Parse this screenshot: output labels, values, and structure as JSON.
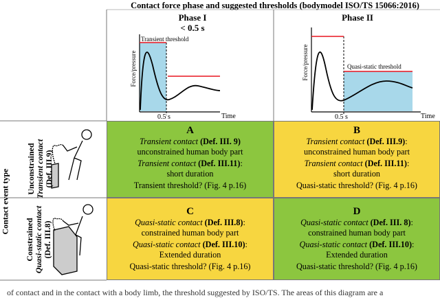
{
  "title": "Contact force phase and suggested thresholds (bodymodel ISO/TS 15066:2016)",
  "phases": {
    "phase1": {
      "label": "Phase I",
      "sublabel": "< 0.5 s"
    },
    "phase2": {
      "label": "Phase II",
      "sublabel": ""
    }
  },
  "graph1": {
    "ylabel": "Force/pressure",
    "xlabel": "Time",
    "tick": "0.5 s",
    "threshold_label": "Transient threshold"
  },
  "graph2": {
    "ylabel": "Force/pressure",
    "xlabel": "Time",
    "tick": "0.5 s",
    "threshold_label": "Quasi-static threshold"
  },
  "axis_label_main": "Contact event type",
  "rows": {
    "unconstrained": {
      "label": "Unconstrained",
      "sublabel": "Transient contact",
      "ref": "(Def. III.9)"
    },
    "constrained": {
      "label": "Constrained",
      "sublabel": "Quasi-static contact",
      "ref": "(Def. III.8)"
    }
  },
  "cells": {
    "A": {
      "letter": "A",
      "l1_it": "Transient contact",
      "l1_b": "(Def. III. 9)",
      "l2": "unconstrained human body part",
      "l3_it": "Transient contact",
      "l3_b": "(Def. III.11)",
      "l3_suffix": ":",
      "l4": "short duration",
      "l5": "Transient threshold? (Fig. 4 p.16)"
    },
    "B": {
      "letter": "B",
      "l1_it": "Transient contact",
      "l1_b": "(Def. III.9)",
      "l1_suffix": ":",
      "l2": "unconstrained human body part",
      "l3_it": "Transient contact",
      "l3_b": "(Def. III.11)",
      "l3_suffix": ":",
      "l4": "short duration",
      "l5": "Quasi-static threshold? (Fig. 4 p.16)"
    },
    "C": {
      "letter": "C",
      "l1_it": "Quasi-static contact",
      "l1_b": "(Def. III.8)",
      "l1_suffix": ":",
      "l2": "constrained human body part",
      "l3_it": "Quasi-static contact",
      "l3_b": "(Def. III.10)",
      "l3_suffix": ":",
      "l4": "Extended duration",
      "l5": "Quasi-static threshold? (Fig. 4 p.16)"
    },
    "D": {
      "letter": "D",
      "l1_it": "Quasi-static contact",
      "l1_b": "(Def. III. 8)",
      "l1_suffix": ":",
      "l2": "constrained human body part",
      "l3_it": "Quasi-static contact",
      "l3_b": "(Def. III.10)",
      "l3_suffix": ":",
      "l4": "Extended duration",
      "l5": "Quasi-static threshold? (Fig. 4 p.16)"
    }
  },
  "colors": {
    "green": "#8cc63f",
    "yellow": "#f7d640",
    "threshold": "#e8141e",
    "fill": "#a8d8ea",
    "check": "#3a7bd5"
  },
  "bottom_text": "of contact and in the contact with a body limb, the threshold suggested by ISO/TS. The areas of this diagram are a"
}
